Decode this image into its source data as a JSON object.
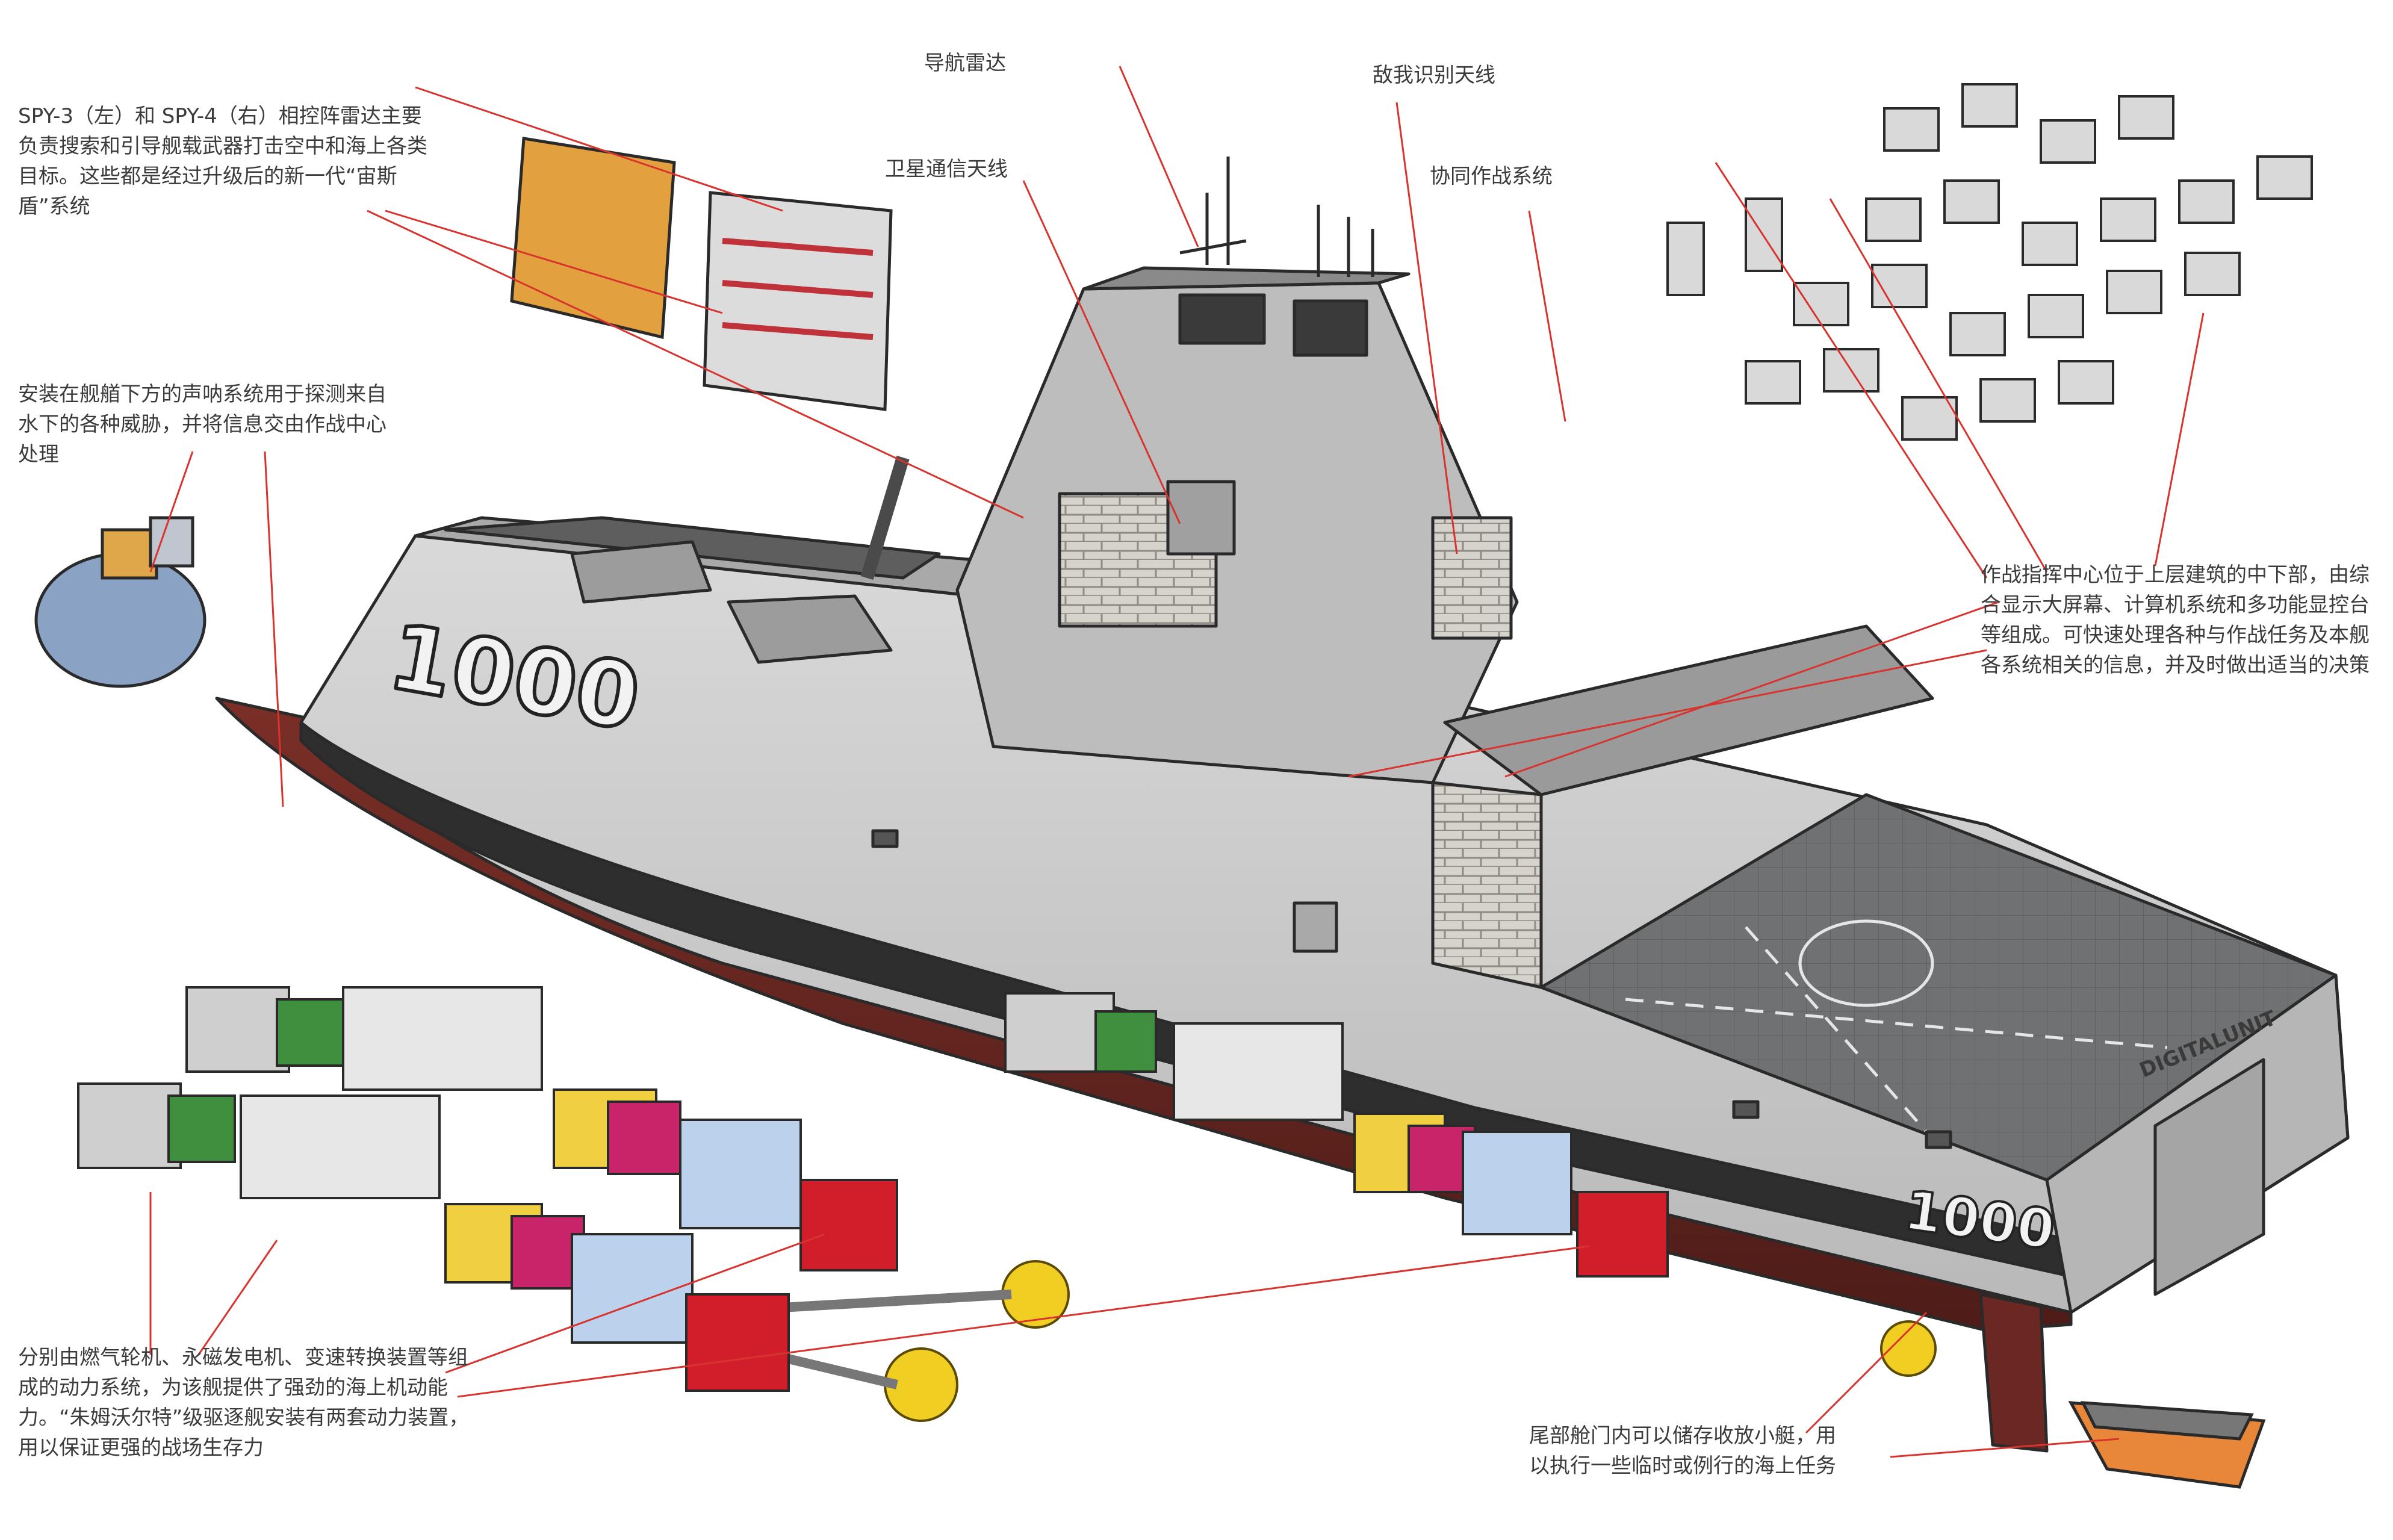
{
  "diagram": {
    "hull_number": "1000",
    "stern_logo": "DIGITALUNIT",
    "labels": {
      "spy_radar": "SPY-3（左）和 SPY-4（右）相控阵雷达主要负责搜索和引导舰载武器打击空中和海上各类目标。这些都是经过升级后的新一代“宙斯盾”系统",
      "navigation_radar": "导航雷达",
      "satcom_antenna": "卫星通信天线",
      "iff_antenna": "敌我识别天线",
      "cooperative_combat": "协同作战系统",
      "sonar": "安装在舰艏下方的声呐系统用于探测来自水下的各种威胁，并将信息交由作战中心处理",
      "combat_center": "作战指挥中心位于上层建筑的中下部，由综合显示大屏幕、计算机系统和多功能显控台等组成。可快速处理各种与作战任务及本舰各系统相关的信息，并及时做出适当的决策",
      "power_system": "分别由燃气轮机、永磁发电机、变速转换装置等组成的动力系统，为该舰提供了强劲的海上机动能力。“朱姆沃尔特”级驱逐舰安装有两套动力装置，用以保证更强的战场生存力",
      "stern_boat": "尾部舱门内可以储存收放小艇，用以执行一些临时或例行的海上任务"
    }
  }
}
